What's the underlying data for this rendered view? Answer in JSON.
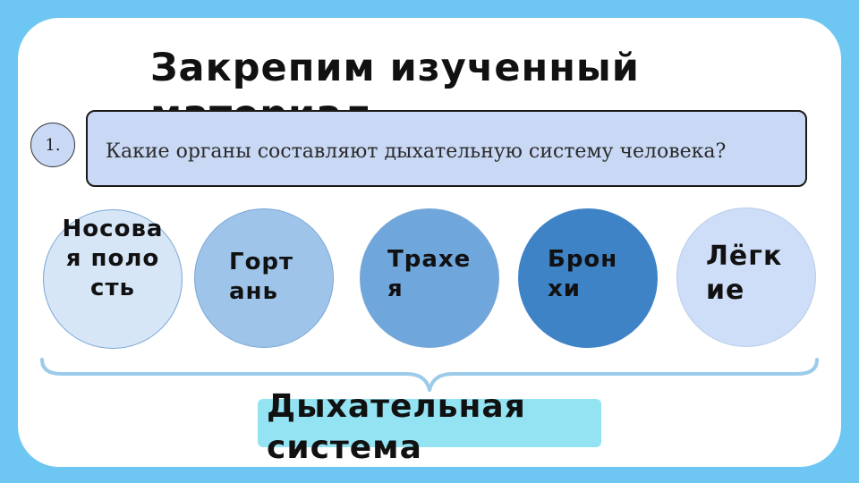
{
  "slide": {
    "title": "Закрепим изученный материал",
    "question_number": "1.",
    "question": "Какие органы составляют дыхательную систему человека?",
    "organs": [
      "Носовая полость",
      "Гортань",
      "Трахея",
      "Бронхи",
      "Лёгкие"
    ],
    "system_label": "Дыхательная система"
  },
  "colors": {
    "background": "#6ec6f3",
    "card": "#ffffff",
    "question_box": "#c9d9f5",
    "organ_1": "#d6e6f6",
    "organ_2": "#9fc4ea",
    "organ_3": "#6fa6dc",
    "organ_4": "#3f83c7",
    "organ_5": "#cfdef8",
    "system_box": "#93e3f3"
  }
}
